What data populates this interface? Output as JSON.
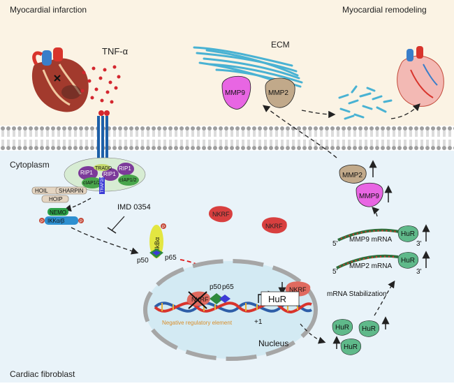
{
  "labels": {
    "myocardial_infarction": "Myocardial infarction",
    "myocardial_remodeling": "Myocardial remodeling",
    "tnf": "TNF-α",
    "ecm": "ECM",
    "cytoplasm": "Cytoplasm",
    "cardiac_fibroblast": "Cardiac fibroblast",
    "nucleus": "Nucleus",
    "imd": "IMD 0354",
    "mrna_stabilization": "mRNA Stabilization",
    "negative_element": "Negative regulatory element",
    "plus_one": "+1"
  },
  "proteins": {
    "mmp9": "MMP9",
    "mmp2": "MMP2",
    "nkrf": "NKRF",
    "hur": "HuR",
    "p50": "p50",
    "p65": "p65",
    "ikba": "IkBα",
    "p_letter": "P",
    "tradd": "TRADD",
    "rip1": "RIP1",
    "ciap": "cIAP1/2",
    "traf": "TRAF2/5",
    "hoil": "HOIL",
    "sharpin": "SHARPIN",
    "hoip": "HOIP",
    "nemo": "NEMO",
    "ikk": "IKKα/β"
  },
  "mrna": {
    "mmp9": "MMP9 mRNA",
    "mmp2": "MMP2 mRNA",
    "five_prime": "5'",
    "three_prime": "3'"
  },
  "colors": {
    "membrane": "#a9a9a9",
    "cytoplasm_bg": "#e9f3f9",
    "top_bg": "#fbf3e4",
    "ecm": "#49b2d3",
    "mmp9": "#e866e3",
    "mmp2": "#c1a98a",
    "nkrf": "#d83f3f",
    "hur": "#5fb98a",
    "receptor": "#1c5fa8"
  }
}
